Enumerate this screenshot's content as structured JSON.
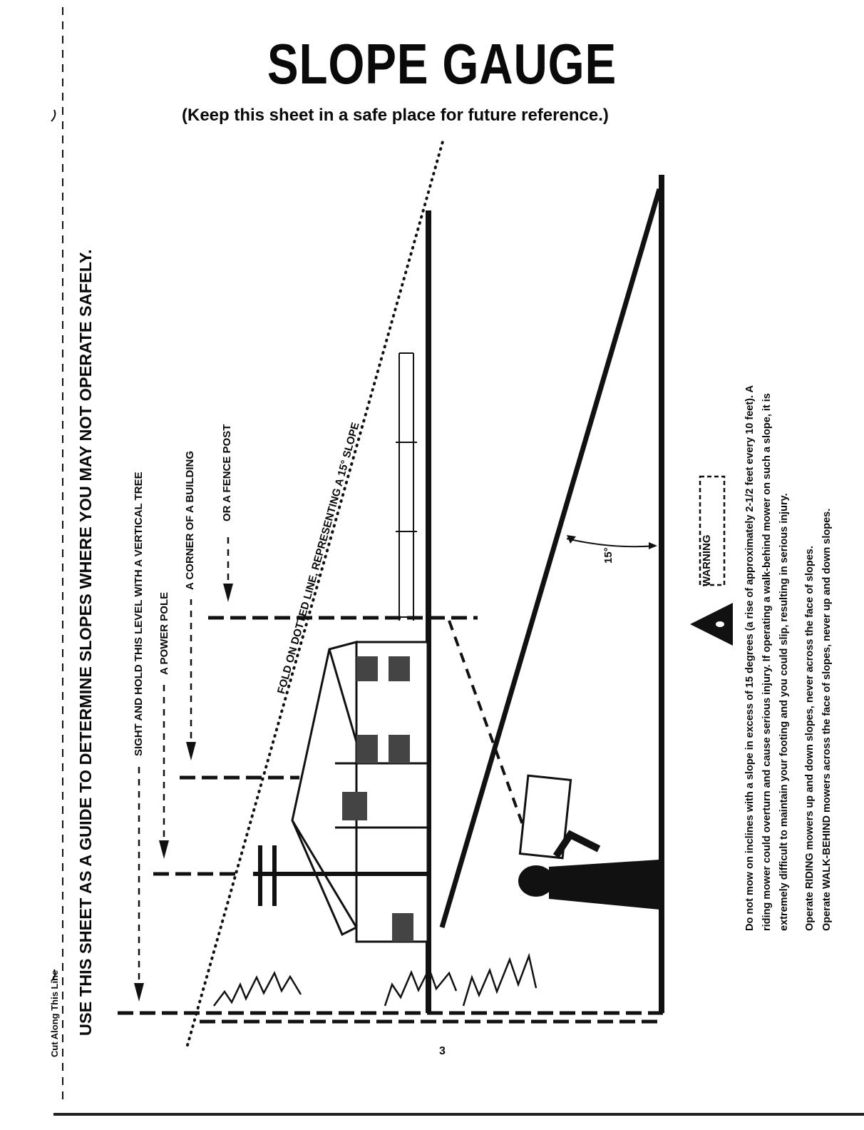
{
  "header": {
    "title": "SLOPE GAUGE",
    "subtitle": "(Keep this sheet in a safe place for future reference.)"
  },
  "side": {
    "guide": "USE THIS SHEET AS A GUIDE TO DETERMINE SLOPES WHERE YOU MAY NOT OPERATE SAFELY.",
    "cut_line": "Cut Along This Line"
  },
  "diagram": {
    "sight": "SIGHT AND HOLD THIS LEVEL WITH A VERTICAL TREE",
    "power_pole": "A POWER POLE",
    "building": "A CORNER OF A BUILDING",
    "fence_post": "OR A FENCE POST",
    "fold": "FOLD ON DOTTED LINE, REPRESENTING A 15° SLOPE",
    "angle": "15°",
    "warning_label": "WARNING"
  },
  "warning": {
    "para1_line1": "Do not mow on inclines with a slope in excess of 15 degrees (a rise of approximately 2-1/2 feet every 10 feet). A",
    "para1_line2": "riding mower could overturn and cause serious injury. If operating a walk-behind mower on such a slope, it is",
    "para1_line3": "extremely difficult to maintain your footing and you could slip, resulting in serious injury.",
    "riding": "Operate RIDING mowers up and down slopes, never across the face of slopes.",
    "walk_behind": "Operate WALK-BEHIND mowers across the face of slopes, never up and down slopes."
  },
  "footer": {
    "page_number": "3"
  }
}
